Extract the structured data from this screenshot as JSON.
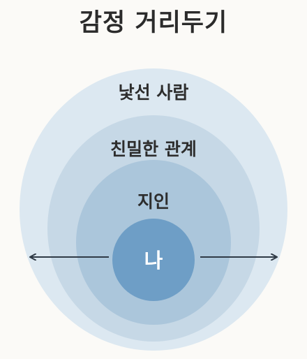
{
  "title": "감정 거리두기",
  "rings": {
    "outer": {
      "label": "낯선 사람",
      "color": "#dce8f1"
    },
    "second": {
      "label": "친밀한 관계",
      "color": "#c6d8e6"
    },
    "third": {
      "label": "지인",
      "color": "#abc6db"
    },
    "center": {
      "label": "나",
      "color": "#6e9ec6"
    }
  },
  "arrow_color": "#2f3a46"
}
